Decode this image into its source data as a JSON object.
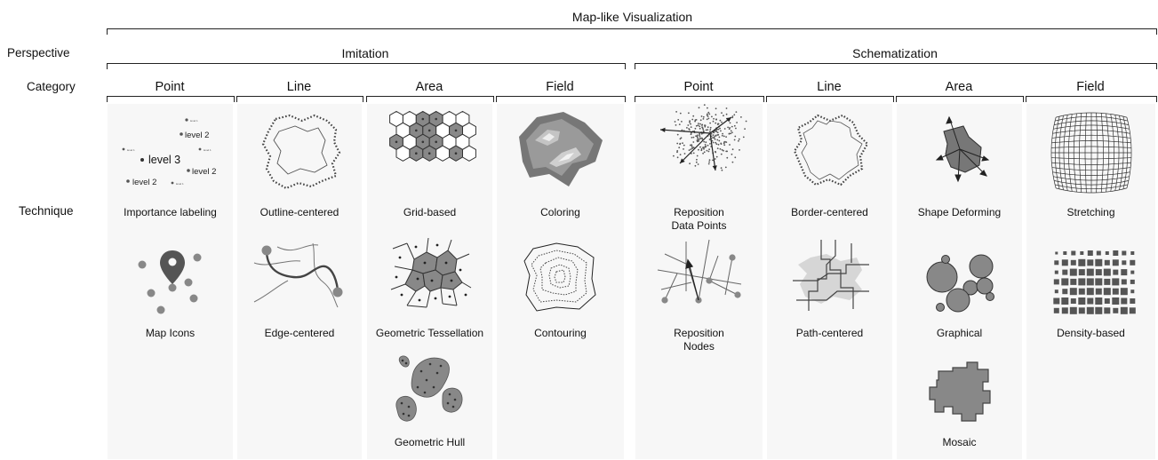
{
  "title": "Map-like Visualization",
  "row_labels": {
    "perspective": "Perspective",
    "category": "Category",
    "technique": "Technique"
  },
  "perspectives": [
    "Imitation",
    "Schematization"
  ],
  "categories": [
    "Point",
    "Line",
    "Area",
    "Field",
    "Point",
    "Line",
    "Area",
    "Field"
  ],
  "techniques": {
    "imitation_point": [
      "Importance labeling",
      "Map Icons"
    ],
    "imitation_line": [
      "Outline-centered",
      "Edge-centered"
    ],
    "imitation_area": [
      "Grid-based",
      "Geometric Tessellation",
      "Geometric Hull"
    ],
    "imitation_field": [
      "Coloring",
      "Contouring"
    ],
    "schematization_point": [
      "Reposition\nData Points",
      "Reposition\nNodes"
    ],
    "schematization_line": [
      "Border-centered",
      "Path-centered"
    ],
    "schematization_area": [
      "Shape Deforming",
      "Graphical",
      "Mosaic"
    ],
    "schematization_field": [
      "Stretching",
      "Density-based"
    ]
  },
  "icon_text": {
    "level3": "level 3",
    "level2": "level 2",
    "level1": "level 1"
  },
  "colors": {
    "dark_gray": "#555555",
    "mid_gray": "#8a8a8a",
    "light_gray": "#c8c8c8",
    "panel": "#f7f7f7"
  }
}
